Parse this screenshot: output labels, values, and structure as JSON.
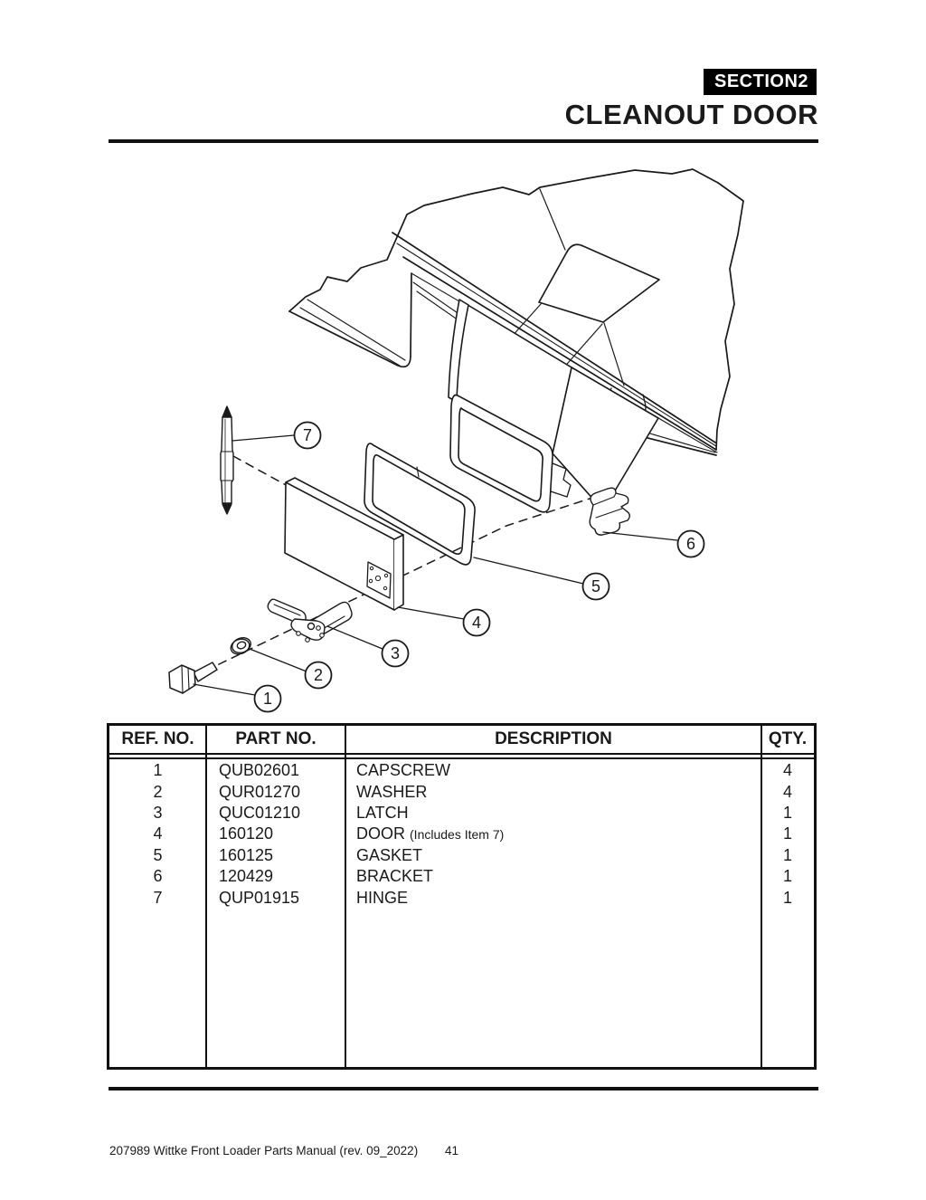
{
  "page": {
    "section_badge": {
      "label": "SECTION",
      "number": "2"
    },
    "title": "CLEANOUT DOOR",
    "footer": {
      "manual": "207989 Wittke Front Loader Parts Manual (rev. 09_2022)",
      "page_number": "41"
    }
  },
  "diagram": {
    "description": "Exploded isometric view of cleanout door assembly on truck body chute",
    "callouts": [
      "1",
      "2",
      "3",
      "4",
      "5",
      "6",
      "7"
    ]
  },
  "parts_table": {
    "columns": [
      "REF. NO.",
      "PART NO.",
      "DESCRIPTION",
      "QTY."
    ],
    "rows": [
      {
        "ref": "1",
        "part": "QUB02601",
        "description": "CAPSCREW",
        "note": "",
        "qty": "4"
      },
      {
        "ref": "2",
        "part": "QUR01270",
        "description": "WASHER",
        "note": "",
        "qty": "4"
      },
      {
        "ref": "3",
        "part": "QUC01210",
        "description": "LATCH",
        "note": "",
        "qty": "1"
      },
      {
        "ref": "4",
        "part": "160120",
        "description": "DOOR",
        "note": "(Includes Item 7)",
        "qty": "1"
      },
      {
        "ref": "5",
        "part": "160125",
        "description": "GASKET",
        "note": "",
        "qty": "1"
      },
      {
        "ref": "6",
        "part": "120429",
        "description": "BRACKET",
        "note": "",
        "qty": "1"
      },
      {
        "ref": "7",
        "part": "QUP01915",
        "description": "HINGE",
        "note": "",
        "qty": "1"
      }
    ]
  },
  "colors": {
    "ink": "#1a1a1a",
    "paper": "#ffffff"
  }
}
